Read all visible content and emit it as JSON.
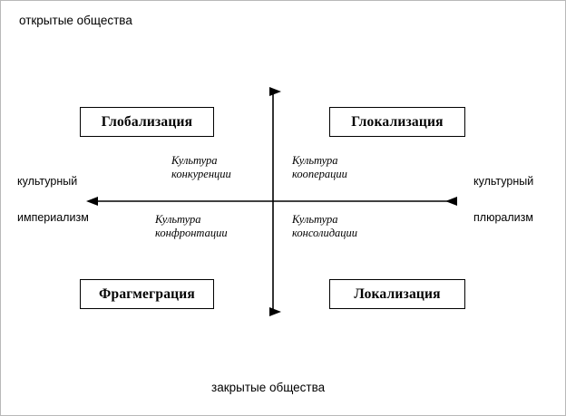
{
  "diagram": {
    "title_top": "открытые общества",
    "title_bottom": "закрытые общества",
    "axes": {
      "vertical": {
        "top_label": "открытые общества",
        "bottom_label": "закрытые общества",
        "arrow_both_ends": true
      },
      "horizontal": {
        "left_label_line1": "культурный",
        "left_label_line2": "империализм",
        "right_label_line1": "культурный",
        "right_label_line2": "плюрализм",
        "arrow_both_ends": true
      }
    },
    "quadrants": [
      {
        "id": "top-left",
        "box_title": "Глобализация",
        "culture_line1": "Культура",
        "culture_line2": "конкуренции"
      },
      {
        "id": "top-right",
        "box_title": "Глокализация",
        "culture_line1": "Культура",
        "culture_line2": "кооперации"
      },
      {
        "id": "bottom-left",
        "box_title": "Фрагмеграция",
        "culture_line1": "Культура",
        "culture_line2": "конфронтации"
      },
      {
        "id": "bottom-right",
        "box_title": "Локализация",
        "culture_line1": "Культура",
        "culture_line2": "консолидации"
      }
    ],
    "colors": {
      "background": "#ffffff",
      "line": "#000000",
      "box_border": "#000000",
      "text": "#000000",
      "canvas_border": "#b9b9b9"
    }
  }
}
